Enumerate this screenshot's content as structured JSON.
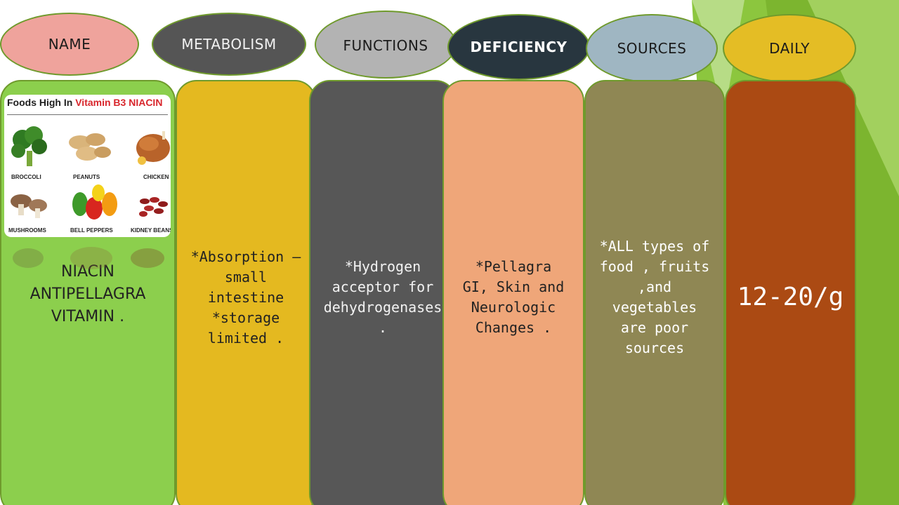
{
  "headers": [
    {
      "label": "NAME",
      "bg": "#efa39c",
      "color": "#1b1b1b"
    },
    {
      "label": "METABOLISM",
      "bg": "#555555",
      "color": "#f2f2f2"
    },
    {
      "label": "FUNCTIONS",
      "bg": "#b3b3b3",
      "color": "#1b1b1b"
    },
    {
      "label": "DEFICIENCY",
      "bg": "#28363f",
      "color": "#ffffff"
    },
    {
      "label": "SOURCES",
      "bg": "#9fb6c2",
      "color": "#1b1b1b"
    },
    {
      "label": "DAILY",
      "bg": "#e4bd25",
      "color": "#1b1b1b"
    }
  ],
  "columns": [
    {
      "text": "NIACIN ANTIPELLAGRA VITAMIN .",
      "bg": "#8ccf4d",
      "color": "#222222"
    },
    {
      "text": "*Absorption – small intestine *storage limited .",
      "bg": "#e4b920",
      "color": "#222222"
    },
    {
      "text": "*Hydrogen acceptor for dehydrogenases .",
      "bg": "#575757",
      "color": "#f2f2f2"
    },
    {
      "text": "*Pellagra GI, Skin and Neurologic Changes .",
      "bg": "#efa679",
      "color": "#222222"
    },
    {
      "text": "*ALL types of food , fruits ,and vegetables are poor sources",
      "bg": "#8f8754",
      "color": "#ffffff"
    },
    {
      "text": "12-20/g",
      "bg": "#ab4a13",
      "color": "#ffffff"
    }
  ],
  "image": {
    "title_prefix": "Foods High In ",
    "title_highlight": "Vitamin B3 NIACIN",
    "items": [
      "BROCCOLI",
      "PEANUTS",
      "CHICKEN",
      "MUSHROOMS",
      "BELL PEPPERS",
      "KIDNEY BEANS"
    ]
  },
  "theme": {
    "accent_green": "#8ccf4d",
    "border_green": "#6f9a2c"
  }
}
